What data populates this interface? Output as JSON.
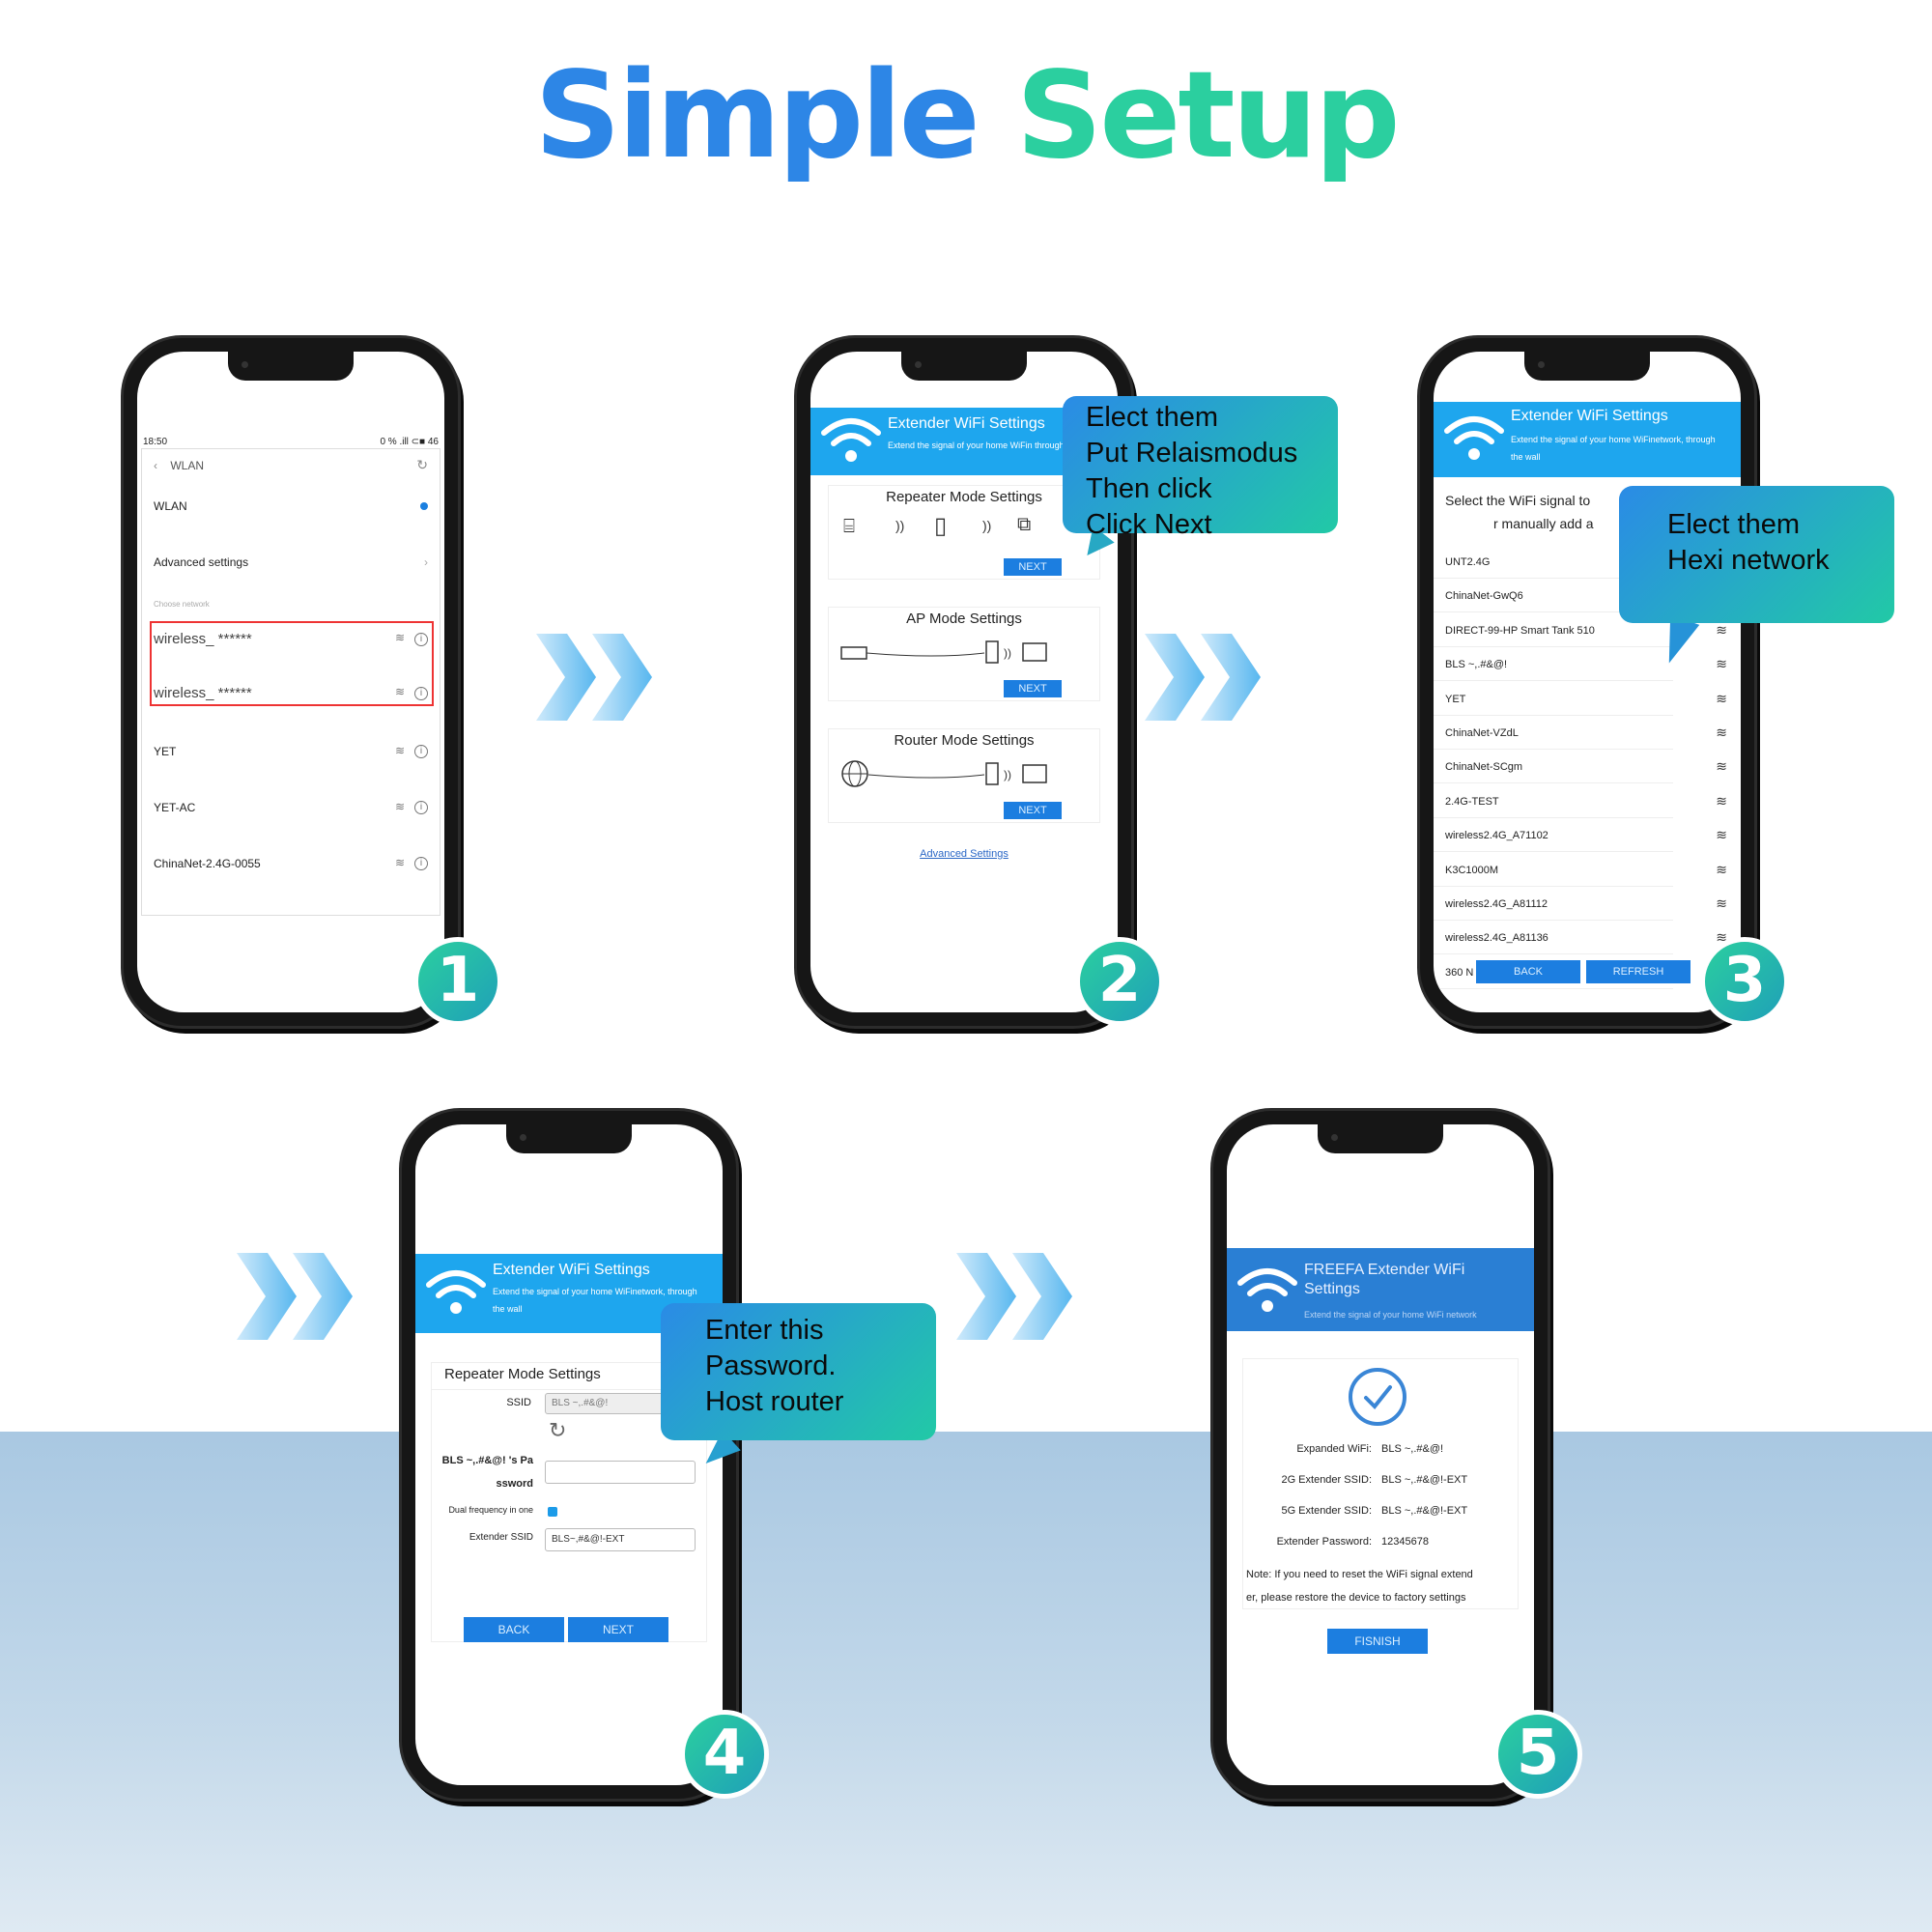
{
  "title": {
    "word1": "Simple",
    "word2": "Setup"
  },
  "colors": {
    "blue": "#2d86e6",
    "teal": "#2bcf9f",
    "header": "#1ea6ee",
    "button": "#1c7ee0"
  },
  "steps": [
    "1",
    "2",
    "3",
    "4",
    "5"
  ],
  "phone1": {
    "time": "18:50",
    "status_right": "0 % .ill ⊂■ 46",
    "nav_title": "WLAN",
    "wlan_label": "WLAN",
    "advanced": "Advanced settings",
    "choose": "Choose network",
    "networks": [
      "wireless_ ******",
      "wireless_ ******",
      "YET",
      "YET-AC",
      "ChinaNet-2.4G-0055"
    ]
  },
  "phone2": {
    "header_title": "Extender WiFi Settings",
    "header_sub": "Extend the signal of your home WiFin through the wall",
    "repeater_title": "Repeater Mode Settings",
    "ap_title": "AP Mode Settings",
    "router_title": "Router Mode Settings",
    "next": "NEXT",
    "advanced_link": "Advanced Settings"
  },
  "bubble2": [
    "Elect them",
    "Put Relaismodus",
    "Then click",
    "Click Next"
  ],
  "phone3": {
    "header_title": "Extender WiFi Settings",
    "header_sub": "Extend the signal of your home WiFinetwork, through the wall",
    "select_line1": "Select the WiFi signal to",
    "select_line2": "r manually add a",
    "networks": [
      "UNT2.4G",
      "ChinaNet-GwQ6",
      "DIRECT-99-HP Smart Tank 510",
      "BLS ~,.#&@!",
      "YET",
      "ChinaNet-VZdL",
      "ChinaNet-SCgm",
      "2.4G-TEST",
      "wireless2.4G_A71102",
      "K3C1000M",
      "wireless2.4G_A81112",
      "wireless2.4G_A81136",
      "360 N"
    ],
    "back": "BACK",
    "refresh": "REFRESH"
  },
  "bubble3": [
    "Elect them",
    "Hexi network"
  ],
  "phone4": {
    "header_title": "Extender WiFi Settings",
    "header_sub": "Extend the signal of your home WiFinetwork, through the wall",
    "section_title": "Repeater Mode Settings",
    "ssid_label": "SSID",
    "ssid_value": "BLS ~,.#&@!",
    "password_label_1": "BLS ~,.#&@! 's Pa",
    "password_label_2": "ssword",
    "dual_label": "Dual frequency in one",
    "ext_ssid_label": "Extender SSID",
    "ext_ssid_value": "BLS~,#&@!-EXT",
    "back": "BACK",
    "next": "NEXT"
  },
  "bubble4": [
    "Enter this",
    "Password.",
    "Host router"
  ],
  "phone5": {
    "header_title_1": "FREEFA Extender WiFi",
    "header_title_2": "Settings",
    "header_sub": "Extend the signal of your home WiFi network",
    "rows": [
      {
        "label": "Expanded WiFi:",
        "value": "BLS ~,.#&@!"
      },
      {
        "label": "2G Extender SSID:",
        "value": "BLS ~,.#&@!-EXT"
      },
      {
        "label": "5G Extender SSID:",
        "value": "BLS ~,.#&@!-EXT"
      },
      {
        "label": "Extender Password:",
        "value": "12345678"
      }
    ],
    "note_1": "Note: If you need to reset the WiFi signal extend",
    "note_2": "er, please restore the device to factory settings",
    "finish": "FISNISH"
  }
}
